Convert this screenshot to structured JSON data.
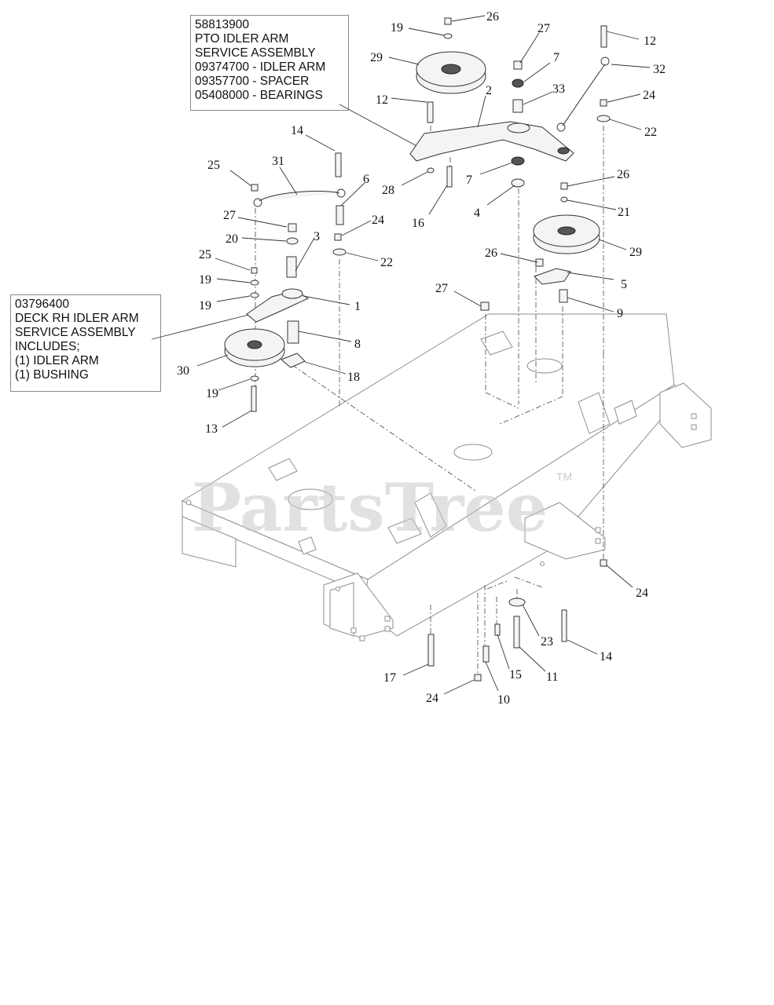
{
  "boxes": {
    "pto": {
      "lines": [
        "58813900",
        "PTO IDLER ARM",
        "SERVICE ASSEMBLY",
        "09374700 - IDLER ARM",
        "09357700 - SPACER",
        "05408000 - BEARINGS"
      ]
    },
    "deck_rh": {
      "lines": [
        "03796400",
        "DECK RH IDLER ARM",
        "SERVICE ASSEMBLY",
        "INCLUDES;",
        "(1) IDLER ARM",
        "(1)  BUSHING"
      ]
    }
  },
  "watermark": {
    "text": "PartsTree",
    "tm": "TM"
  },
  "callouts": [
    "26",
    "19",
    "29",
    "27",
    "7",
    "12",
    "32",
    "12",
    "2",
    "33",
    "24",
    "22",
    "14",
    "25",
    "31",
    "6",
    "28",
    "7",
    "26",
    "16",
    "4",
    "21",
    "27",
    "24",
    "20",
    "3",
    "22",
    "25",
    "19",
    "19",
    "1",
    "26",
    "29",
    "5",
    "27",
    "9",
    "8",
    "30",
    "18",
    "19",
    "13",
    "24",
    "23",
    "14",
    "17",
    "15",
    "11",
    "24",
    "10"
  ]
}
